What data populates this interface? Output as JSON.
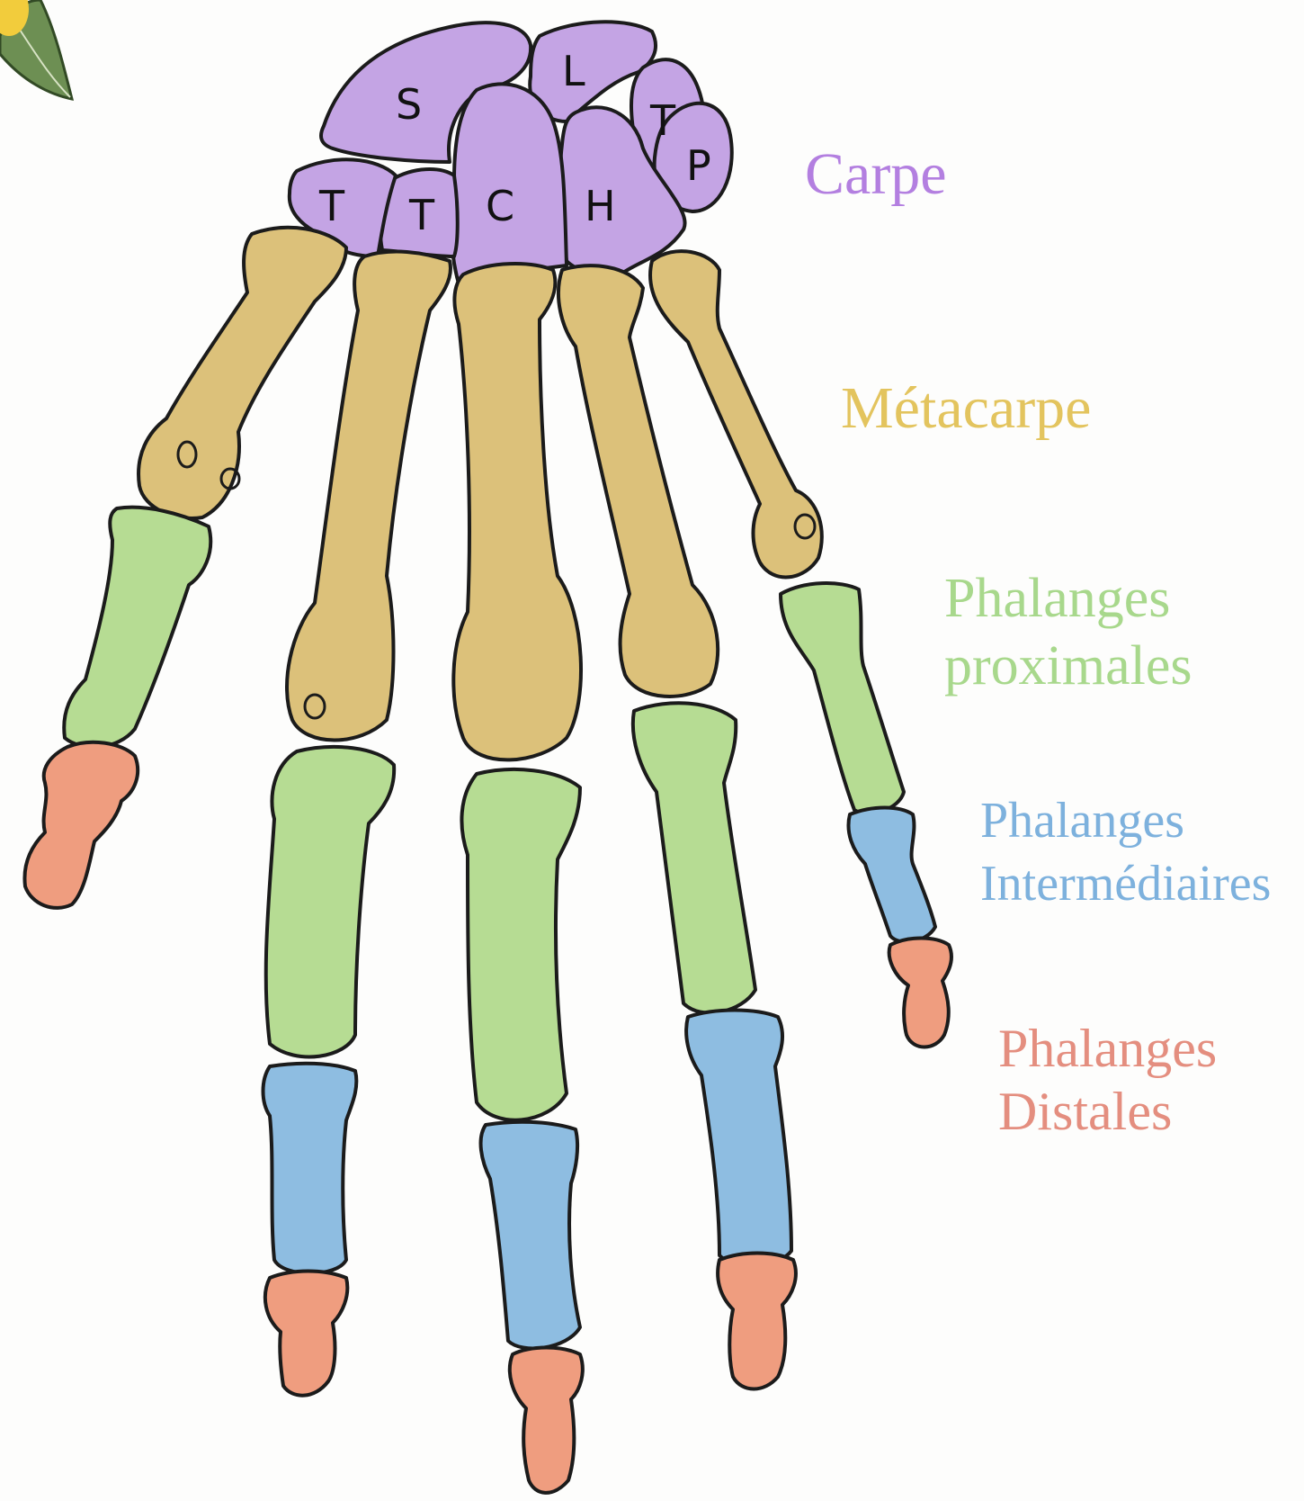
{
  "colors": {
    "carpe": "#c4a4e4",
    "metacarpe": "#dcc17a",
    "proximales": "#b6dc93",
    "intermediaires": "#8ebde1",
    "distales": "#ef9d7f",
    "leaf": "#6d8f53"
  },
  "legend": {
    "carpe": {
      "lines": [
        "Carpe"
      ],
      "color": "#b37fe0"
    },
    "metacarpe": {
      "lines": [
        "Métacarpe"
      ],
      "color": "#e3c45e"
    },
    "proximales": {
      "lines": [
        "Phalanges",
        "proximales"
      ],
      "color": "#a8d88c"
    },
    "intermediaires": {
      "lines": [
        "Phalanges",
        "Intermédiaires"
      ],
      "color": "#7db1dd"
    },
    "distales": {
      "lines": [
        "Phalanges",
        "Distales"
      ],
      "color": "#e48e7f"
    }
  },
  "carpal_letters": [
    "S",
    "L",
    "T",
    "P",
    "T",
    "T",
    "C",
    "H"
  ],
  "decorations": [
    "leaf-icon"
  ]
}
